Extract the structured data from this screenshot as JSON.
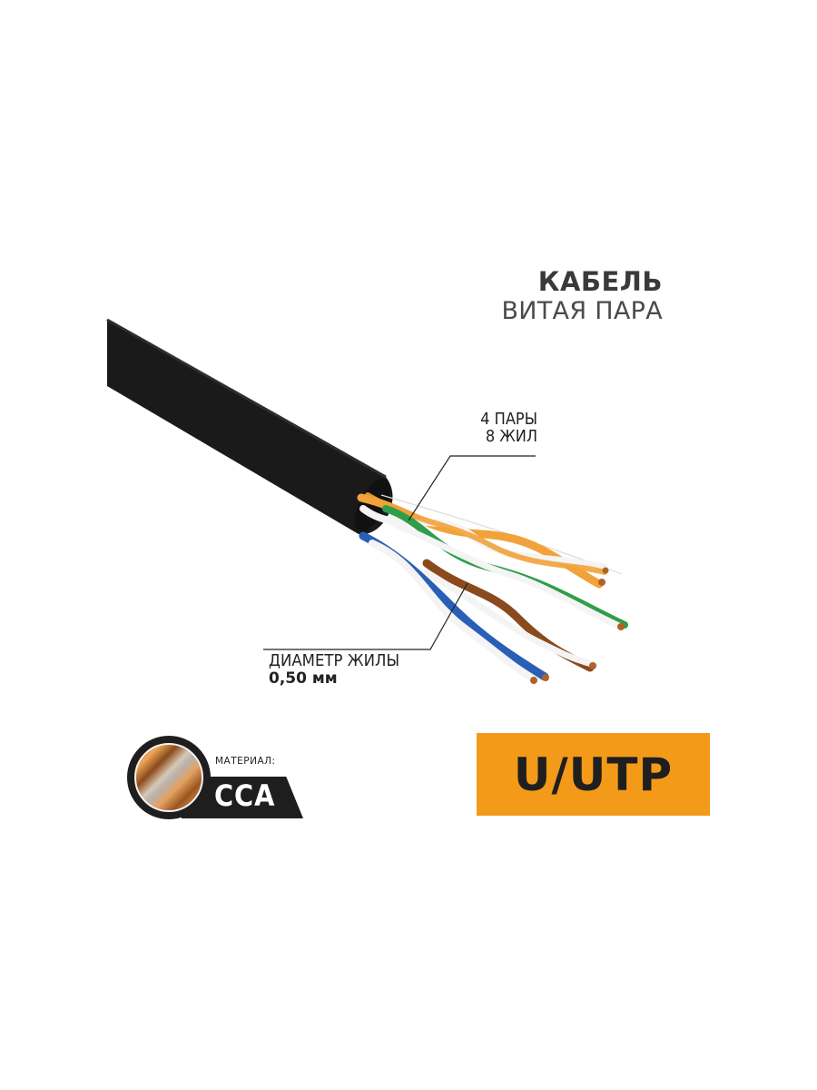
{
  "product": {
    "title": "КАБЕЛЬ",
    "subtitle": "ВИТАЯ ПАРА"
  },
  "callouts": {
    "pairs": "4 ПАРЫ",
    "cores": "8 ЖИЛ",
    "core_diameter_label": "ДИАМЕТР ЖИЛЫ",
    "core_diameter_value": "0,50 мм"
  },
  "material": {
    "label": "МАТЕРИАЛ:",
    "value": "CCA"
  },
  "cable_type": {
    "label": "U/UTP",
    "color": "#f39a18"
  },
  "colors": {
    "jacket": "#1a1a1a",
    "orange_pair": "#f2a23a",
    "green_pair": "#2f9e4a",
    "blue_pair": "#2a5fb8",
    "brown_pair": "#8a4a1e",
    "white_stripe": "#f4f4f4"
  }
}
